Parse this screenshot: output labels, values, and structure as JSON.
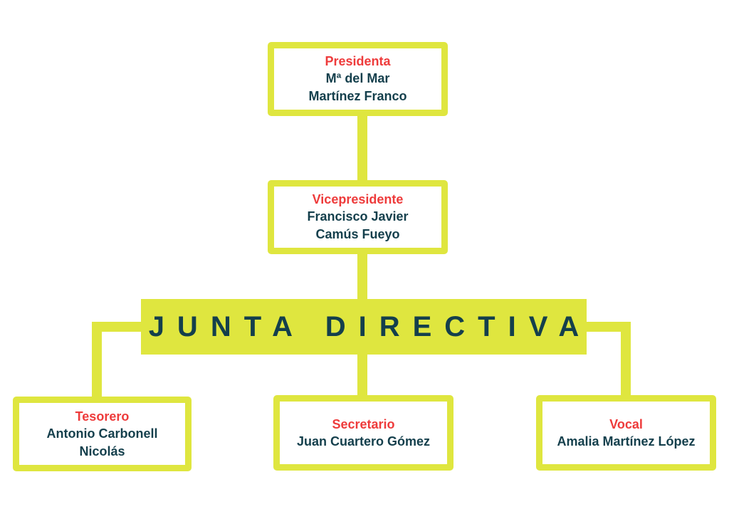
{
  "title": "JUNTA DIRECTIVA",
  "colors": {
    "accent": "#dfe63f",
    "role": "#ee3b3b",
    "name": "#143f4c",
    "background": "#ffffff"
  },
  "nodes": {
    "presidenta": {
      "role": "Presidenta",
      "name_lines": [
        "Mª del Mar",
        "Martínez Franco"
      ]
    },
    "vicepresidente": {
      "role": "Vicepresidente",
      "name_lines": [
        "Francisco Javier",
        "Camús Fueyo"
      ]
    },
    "tesorero": {
      "role": "Tesorero",
      "name_lines": [
        "Antonio Carbonell",
        "Nicolás"
      ]
    },
    "secretario": {
      "role": "Secretario",
      "name_lines": [
        "Juan Cuartero Gómez"
      ]
    },
    "vocal": {
      "role": "Vocal",
      "name_lines": [
        "Amalia Martínez López"
      ]
    }
  }
}
